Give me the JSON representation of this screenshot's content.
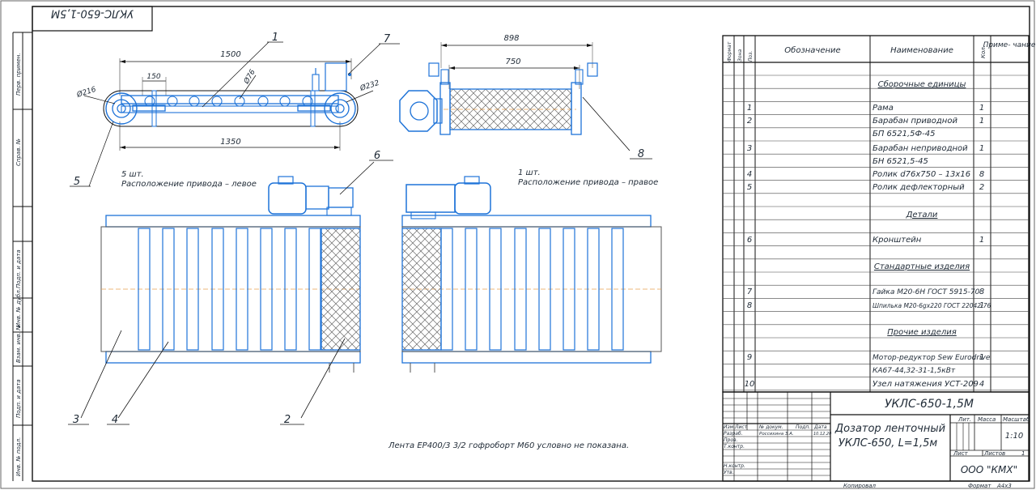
{
  "drawing": {
    "stamp_top": "УКЛС-650-1,5М",
    "side_labels": [
      "Перв. примен.",
      "Справ. №",
      "Подп. и дата",
      "Инв. № дубл.",
      "Взам. инв. №",
      "Подп. и дата",
      "Инв. № подл."
    ],
    "dim_1500": "1500",
    "dim_150": "150",
    "dim_d76": "Ø76",
    "dim_d216": "Ø216",
    "dim_d232": "Ø232",
    "dim_1350": "1350",
    "dim_898": "898",
    "dim_750": "750",
    "note_left_qty": "5 шт.",
    "note_left_drive": "Расположение привода – левое",
    "note_right_qty": "1 шт.",
    "note_right_drive": "Расположение привода – правое",
    "bottom_note": "Лента ЕР400/3 3/2 гофроборт М60 условно не показана.",
    "callouts": [
      "1",
      "2",
      "3",
      "4",
      "5",
      "6",
      "7",
      "8"
    ]
  },
  "bom": {
    "headers": {
      "format": "Формат",
      "zone": "Зона",
      "pos": "Поз.",
      "designation": "Обозначение",
      "name": "Наименование",
      "qty": "Кол.",
      "note": "Приме- чание"
    },
    "sections": {
      "assembly": "Сборочные единицы",
      "details": "Детали",
      "standard": "Стандартные изделия",
      "other": "Прочие изделия"
    },
    "rows": [
      {
        "pos": "1",
        "name": "Рама",
        "qty": "1"
      },
      {
        "pos": "2",
        "name": "Барабан приводной",
        "qty": "1"
      },
      {
        "pos": "",
        "name": "БП 6521,5Ф-45",
        "qty": ""
      },
      {
        "pos": "3",
        "name": "Барабан неприводной",
        "qty": "1"
      },
      {
        "pos": "",
        "name": "БН 6521,5-45",
        "qty": ""
      },
      {
        "pos": "4",
        "name": "Ролик d76x750 – 13x16",
        "qty": "8"
      },
      {
        "pos": "5",
        "name": "Ролик дефлекторный",
        "qty": "2"
      },
      {
        "pos": "6",
        "name": "Кронштейн",
        "qty": "1"
      },
      {
        "pos": "7",
        "name": "Гайка М20-6Н ГОСТ 5915-70",
        "qty": "8"
      },
      {
        "pos": "8",
        "name": "Шпилька М20-6gx220 ГОСТ 22042-76",
        "qty": "1"
      },
      {
        "pos": "9",
        "name": "Мотор-редуктор Sew Eurodrive",
        "qty": "1"
      },
      {
        "pos": "",
        "name": "КА67-44,32-31-1,5кВт",
        "qty": ""
      },
      {
        "pos": "10",
        "name": "Узел натяжения УСТ-209",
        "qty": "4"
      }
    ]
  },
  "title_block": {
    "code": "УКЛС-650-1,5М",
    "title_line1": "Дозатор ленточный",
    "title_line2": "УКЛС-650, L=1,5м",
    "company": "ООО \"КМХ\"",
    "col_izm": "Изм.",
    "col_list": "Лист",
    "col_doc": "№ докум.",
    "col_sign": "Подп.",
    "col_date": "Дата",
    "role_razrab": "Разраб.",
    "role_prov": "Пров.",
    "role_tkontr": "Т.контр.",
    "role_nkontr": "Н.контр.",
    "role_utv": "Утв.",
    "author": "Россихина З.А.",
    "date": "10.12.20",
    "lit": "Лит.",
    "mass": "Масса",
    "scale": "Масштаб",
    "scale_value": "1:10",
    "sheet": "Лист",
    "sheets": "Листов",
    "sheets_value": "1",
    "copied": "Копировал",
    "format": "Формат",
    "format_value": "А4х3"
  }
}
